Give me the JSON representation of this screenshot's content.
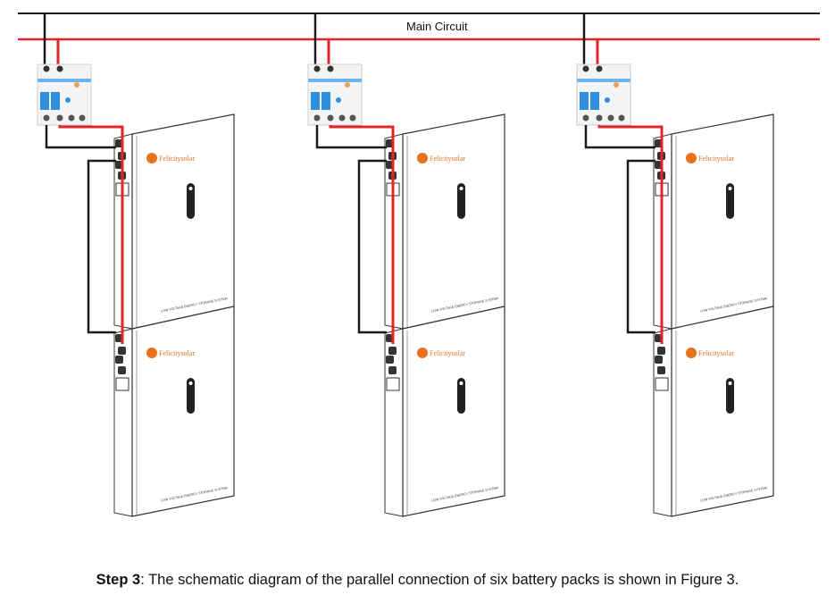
{
  "diagram": {
    "main_circuit_label": "Main Circuit",
    "brand_label": "Felicitysolar",
    "panel_label": "LOW VOLTAGE ENERGY STORAGE SYSTEM",
    "unit_count": 3,
    "packs_per_unit": 2,
    "colors": {
      "positive_wire": "#e3242b",
      "negative_wire": "#1a1a1a",
      "breaker_handle": "#2f8fe0",
      "brand": "#e8711c"
    }
  },
  "caption": {
    "step": "Step 3",
    "text": ": The schematic diagram of the parallel connection of six battery packs is shown in Figure 3."
  }
}
